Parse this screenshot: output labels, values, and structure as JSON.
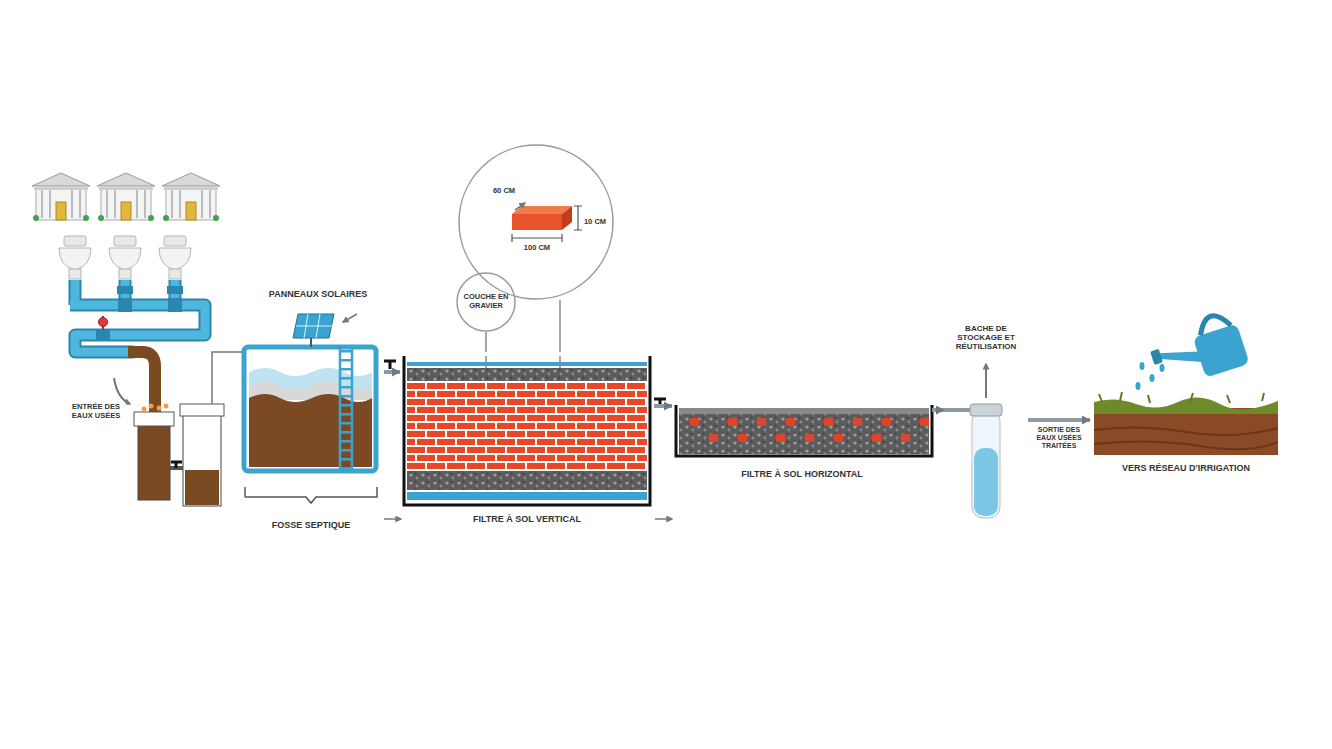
{
  "diagram": {
    "nodes": [
      {
        "text": [
          "FOSSE SEPTIQUE"
        ]
      },
      {
        "text": [
          "60 CM",
          "10 CM",
          "100 CM"
        ]
      },
      {
        "text": [
          "COUCHE EN GRAVIER"
        ]
      },
      {
        "text": [
          "FILTRE À SOL VERTICAL"
        ]
      },
      {
        "text": [
          "FILTRE À SOL HORIZONTAL"
        ]
      },
      {
        "text": [
          "BACHE DE STOCKAGE ET RÉUTILISATION"
        ]
      },
      {
        "text": [
          "VERS RÉSEAU D'IRRIGATION"
        ]
      }
    ],
    "edges": [
      {
        "from": 0,
        "to": 3,
        "arrow": "to"
      },
      {
        "from": 1,
        "to": 3,
        "arrow": "none"
      },
      {
        "from": 2,
        "to": 3,
        "arrow": "none"
      },
      {
        "from": 3,
        "to": 4,
        "arrow": "to"
      },
      {
        "from": 4,
        "to": 5,
        "arrow": "to"
      },
      {
        "from": 5,
        "to": 6,
        "label": "SORTIE DES EAUX USÉES TRAITÉES",
        "arrow": "to"
      }
    ],
    "labels": [
      "ENTRÉE DES EAUX USÉES",
      "PANNEAUX SOLAIRES"
    ]
  }
}
